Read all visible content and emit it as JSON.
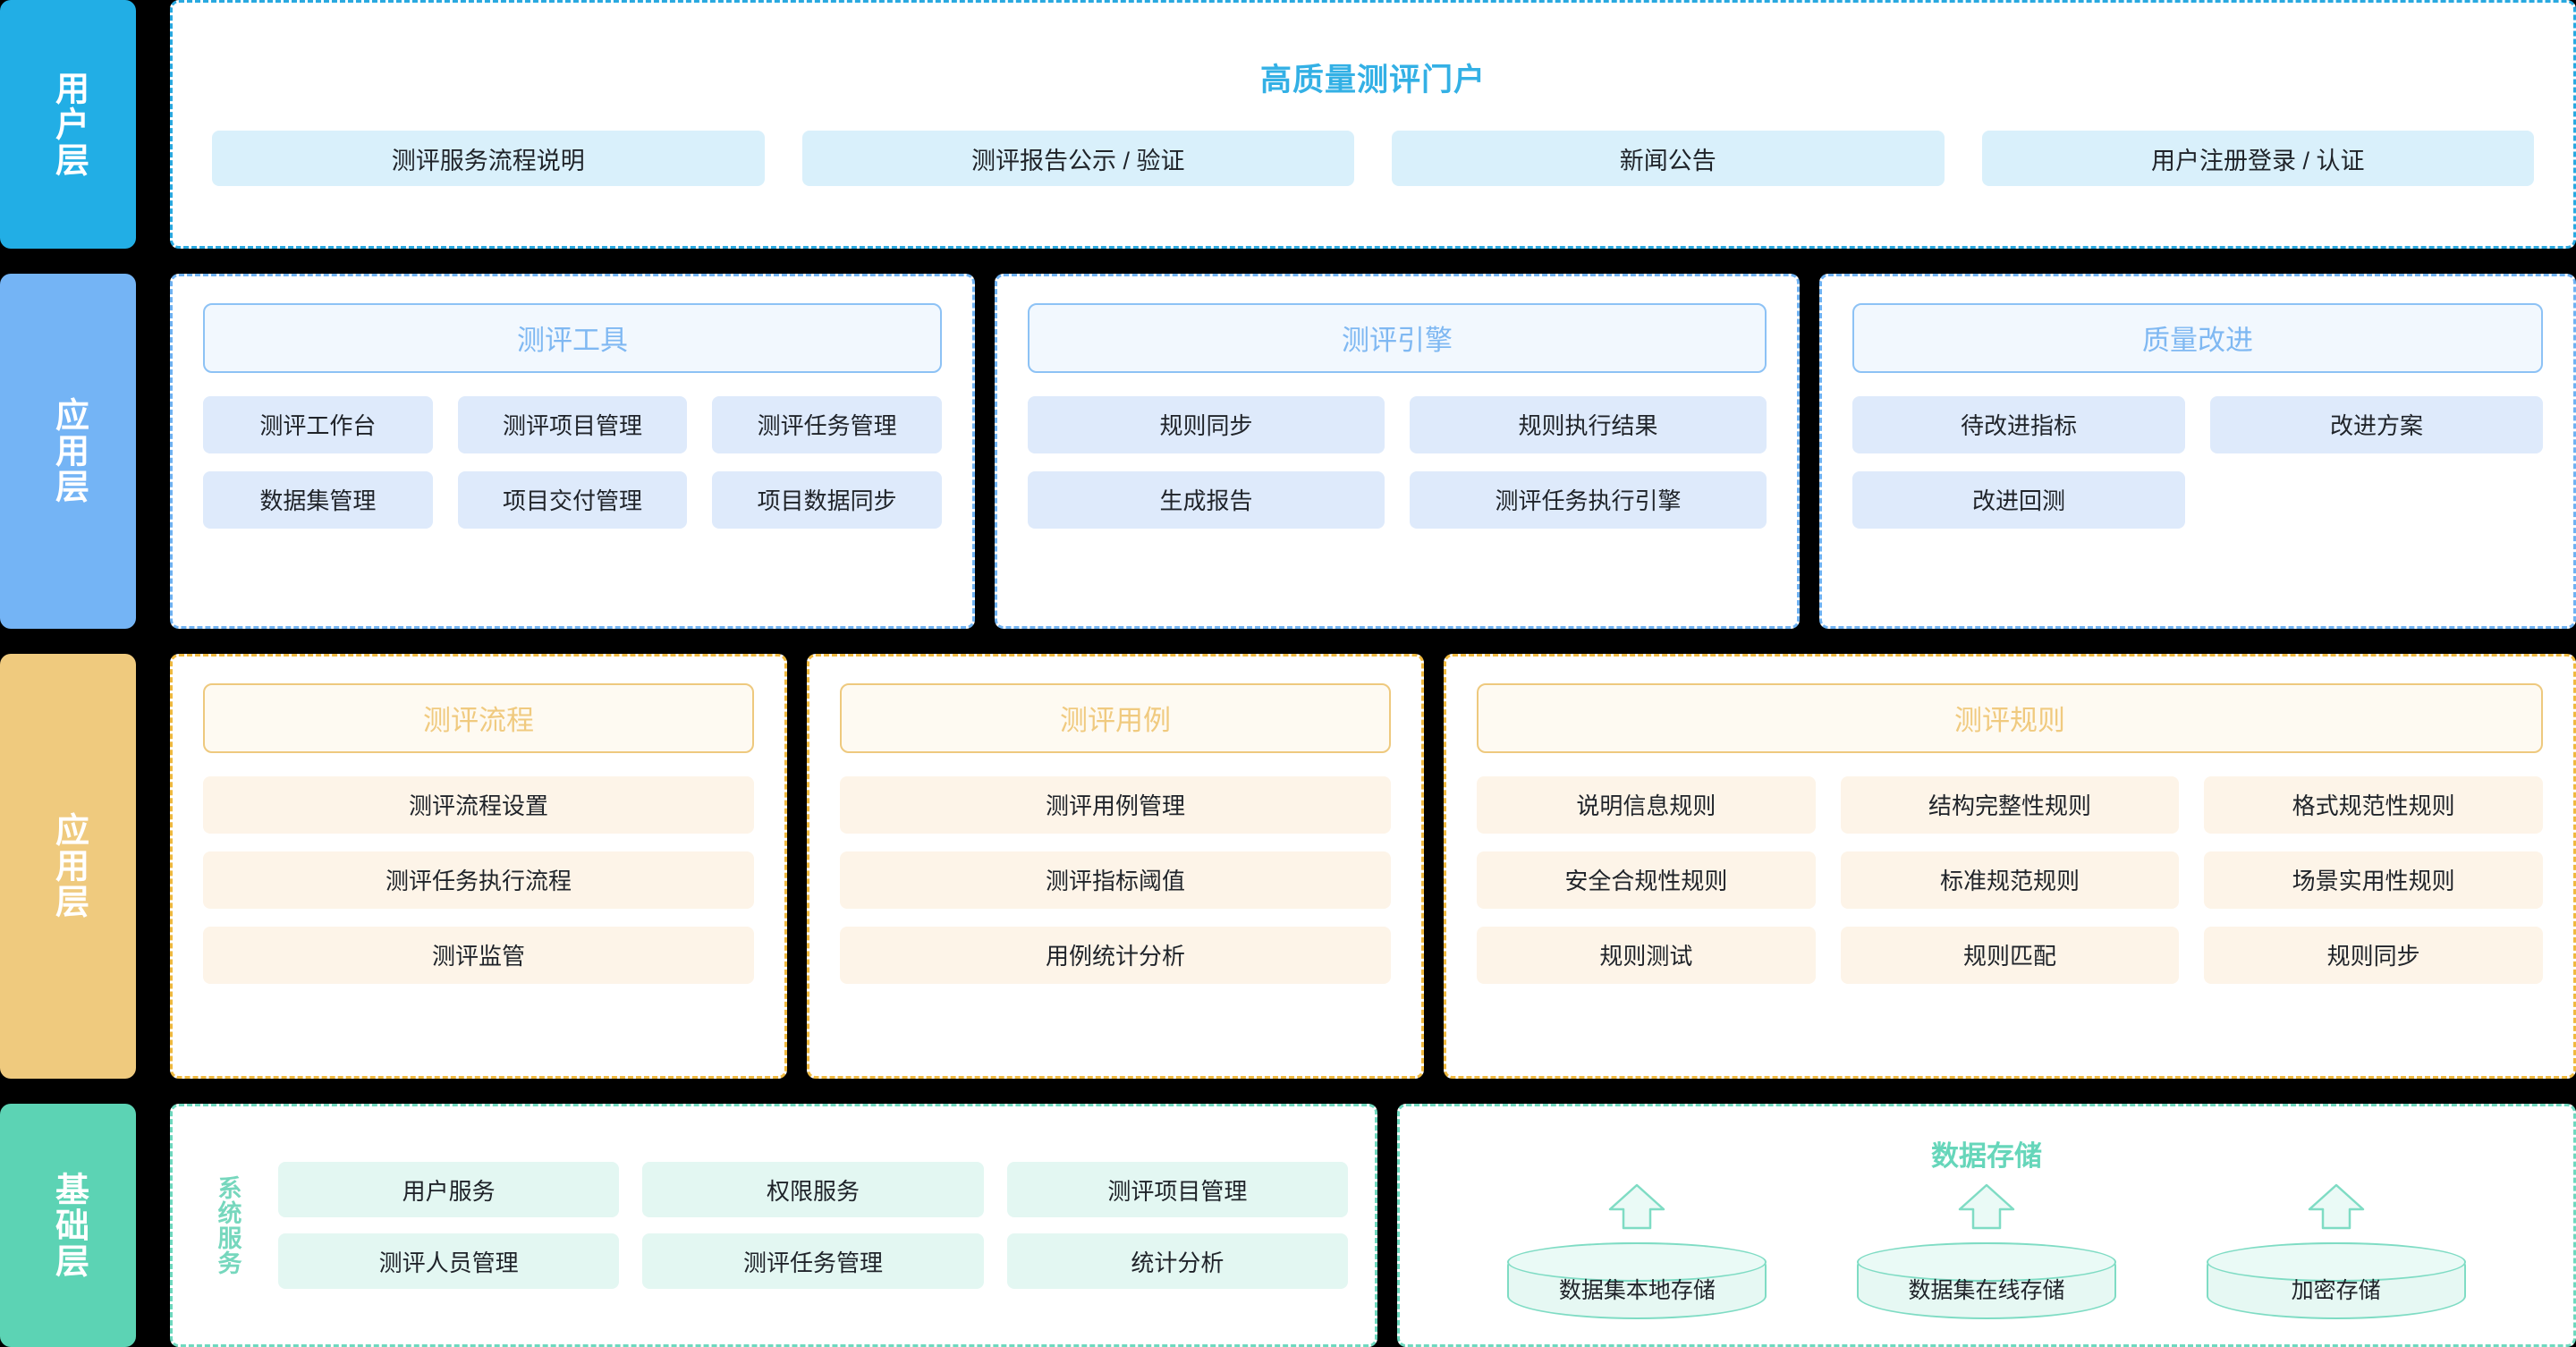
{
  "colors": {
    "user_layer": "#22AEE5",
    "app_layer_blue": "#74B4F5",
    "app_layer_yellow": "#EFCA7E",
    "infra_layer": "#5CD3B4",
    "portal_title": "#33B0E5",
    "blue_group_title": "#7FB8F2",
    "yellow_group_title": "#F0CA7F",
    "teal_group_title": "#66D6BA",
    "background": "#000000"
  },
  "layers": {
    "user": {
      "tab_label": "用户层",
      "portal": {
        "title": "高质量测评门户",
        "buttons": [
          "测评服务流程说明",
          "测评报告公示 / 验证",
          "新闻公告",
          "用户注册登录 / 认证"
        ]
      }
    },
    "application_blue": {
      "tab_label": "应用层",
      "groups": [
        {
          "title": "测评工具",
          "items": [
            "测评工作台",
            "测评项目管理",
            "测评任务管理",
            "数据集管理",
            "项目交付管理",
            "项目数据同步"
          ]
        },
        {
          "title": "测评引擎",
          "items": [
            "规则同步",
            "规则执行结果",
            "生成报告",
            "测评任务执行引擎"
          ]
        },
        {
          "title": "质量改进",
          "items": [
            "待改进指标",
            "改进方案",
            "改进回测"
          ]
        }
      ]
    },
    "application_yellow": {
      "tab_label": "应用层",
      "groups": [
        {
          "title": "测评流程",
          "items": [
            "测评流程设置",
            "测评任务执行流程",
            "测评监管"
          ]
        },
        {
          "title": "测评用例",
          "items": [
            "测评用例管理",
            "测评指标阈值",
            "用例统计分析"
          ]
        },
        {
          "title": "测评规则",
          "items": [
            "说明信息规则",
            "结构完整性规则",
            "格式规范性规则",
            "安全合规性规则",
            "标准规范规则",
            "场景实用性规则",
            "规则测试",
            "规则匹配",
            "规则同步"
          ]
        }
      ]
    },
    "infrastructure": {
      "tab_label": "基础层",
      "system_services": {
        "label": "系统服务",
        "items": [
          "用户服务",
          "权限服务",
          "测评项目管理",
          "测评人员管理",
          "测评任务管理",
          "统计分析"
        ]
      },
      "data_storage": {
        "title": "数据存储",
        "items": [
          "数据集本地存储",
          "数据集在线存储",
          "加密存储"
        ]
      }
    }
  }
}
